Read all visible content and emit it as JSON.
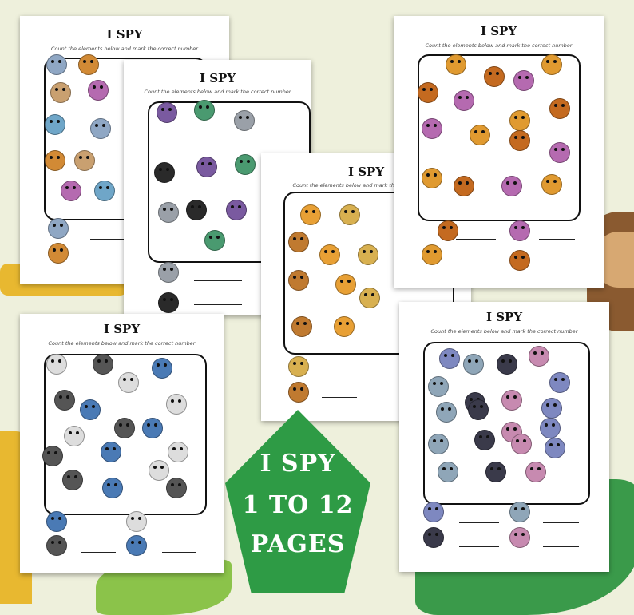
{
  "worksheet_title": "I SPY",
  "worksheet_subtitle": "Count the elements below and mark the correct number",
  "badge": {
    "line1": "I SPY",
    "line2": "1 TO 12",
    "line3": "PAGES",
    "color": "#2e9b45"
  },
  "colors": {
    "background": "#eef0dc",
    "giraffe": "#e8b830",
    "monkey": "#8a5a30",
    "leaf": "#3a9a4a"
  },
  "pages": [
    {
      "theme": "safari-animals",
      "critter_colors": [
        "#8fa7c4",
        "#d28a35",
        "#c9a070",
        "#b56ab0",
        "#6fa6c8"
      ]
    },
    {
      "theme": "turtles-and-bears",
      "critter_colors": [
        "#7a5aa0",
        "#4a9a70",
        "#9aa0a8",
        "#2a2a2a"
      ]
    },
    {
      "theme": "giraffes-and-tigers",
      "critter_colors": [
        "#e8a035",
        "#d8b050",
        "#c07a30"
      ]
    },
    {
      "theme": "lions",
      "critter_colors": [
        "#e09a30",
        "#c46a20",
        "#b56ab0"
      ]
    },
    {
      "theme": "zebras",
      "critter_colors": [
        "#dddddd",
        "#555555",
        "#4a7ab5"
      ]
    },
    {
      "theme": "hippos-and-elephants",
      "critter_colors": [
        "#7e88c0",
        "#8fa6b8",
        "#3a3a4a",
        "#c78ab0"
      ]
    }
  ]
}
